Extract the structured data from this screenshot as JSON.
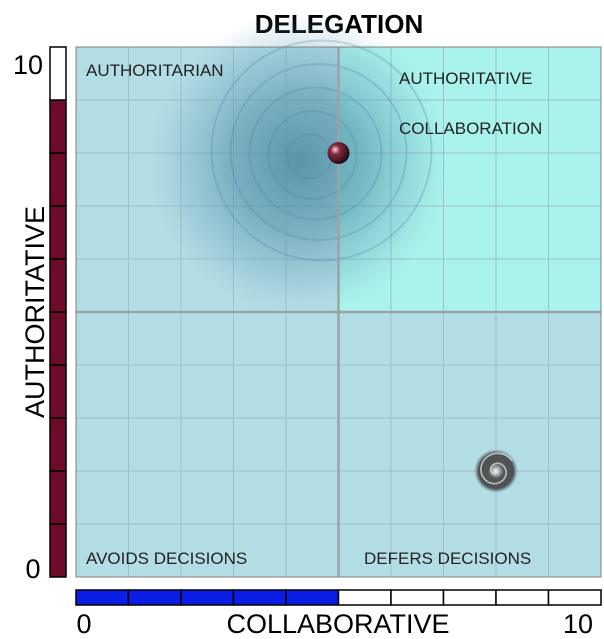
{
  "chart_data": {
    "type": "scatter",
    "title": "DELEGATION",
    "xlabel": "COLLABORATIVE",
    "ylabel": "AUTHORITATIVE",
    "xlim": [
      0,
      10
    ],
    "ylim": [
      0,
      10
    ],
    "x_tick_labels": [
      "0",
      "10"
    ],
    "y_tick_labels": [
      "0",
      "10"
    ],
    "grid": true,
    "quadrants": {
      "top_left": [
        "AUTHORITARIAN"
      ],
      "top_right": [
        "AUTHORITATIVE",
        "COLLABORATION"
      ],
      "bottom_left": [
        "AVOIDS DECISIONS"
      ],
      "bottom_right": [
        "DEFERS DECISIONS"
      ]
    },
    "highlighted_quadrant": "top_right",
    "points": [
      {
        "x": 5.0,
        "y": 8.0,
        "marker": "sphere",
        "halo": true
      },
      {
        "x": 8.0,
        "y": 2.0,
        "marker": "spiral"
      }
    ],
    "x_scale": {
      "value": 5,
      "segments": 10
    },
    "y_scale": {
      "value": 9,
      "segments": 10
    }
  },
  "colors": {
    "plot_bg": "#b3dde5",
    "highlight_bg": "#a9f3ec",
    "grid": "#9bc0c9",
    "divider": "#9aa3a8",
    "x_scale_fill": "#0a1ee6",
    "y_scale_fill": "#6e0a2a",
    "halo": "#3d7b96",
    "point": "#6e0a2a"
  }
}
